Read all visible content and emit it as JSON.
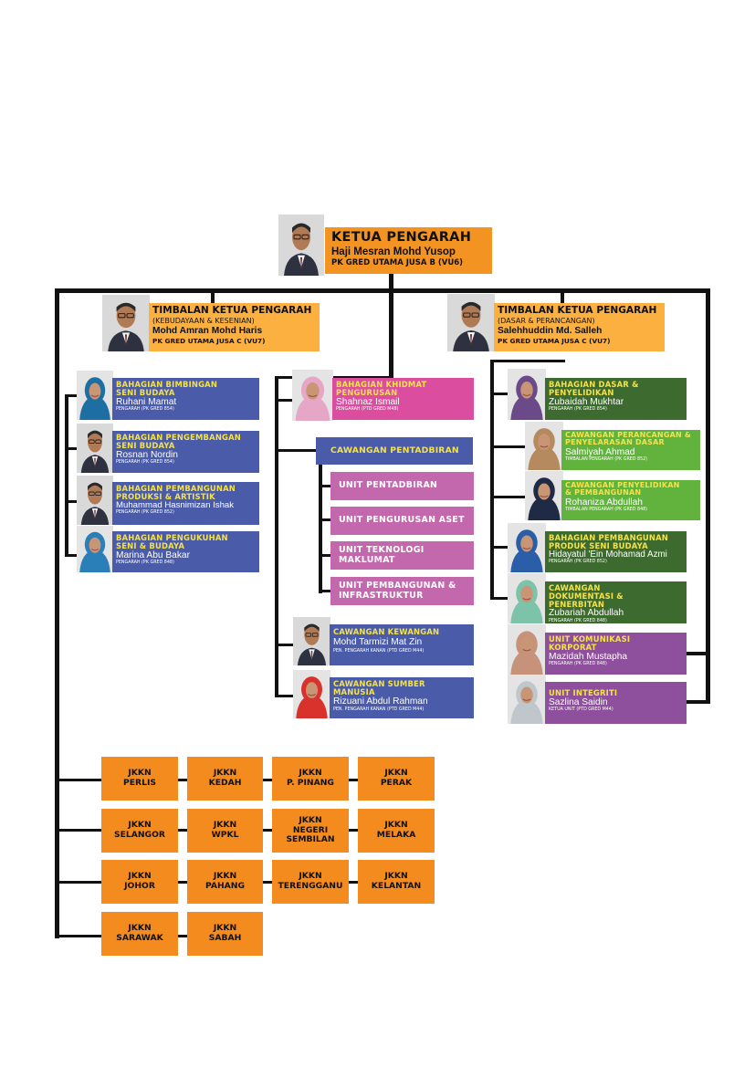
{
  "head": {
    "title": "KETUA PENGARAH",
    "name": "Haji Mesran Mohd Yusop",
    "grade": "PK GRED UTAMA JUSA B (VU6)"
  },
  "deputy_left": {
    "title": "TIMBALAN KETUA PENGARAH",
    "sub": "(KEBUDAYAAN & KESENIAN)",
    "name": "Mohd Amran Mohd Haris",
    "grade": "PK GRED UTAMA JUSA C (VU7)"
  },
  "deputy_right": {
    "title": "TIMBALAN KETUA PENGARAH",
    "sub": "(DASAR & PERANCANGAN)",
    "name": "Salehhuddin Md. Salleh",
    "grade": "PK GRED UTAMA JUSA C (VU7)"
  },
  "left_units": [
    {
      "heading": "BAHAGIAN BIMBINGAN SENI BUDAYA",
      "name": "Ruhani Mamat",
      "position": "PENGARAH (PK GRED 854)"
    },
    {
      "heading": "BAHAGIAN PENGEMBANGAN SENI BUDAYA",
      "name": "Rosnan Nordin",
      "position": "PENGARAH (PK GRED 854)"
    },
    {
      "heading": "BAHAGIAN PEMBANGUNAN PRODUKSI & ARTISTIK",
      "name": "Muhammad Hasnimizan Ishak",
      "position": "PENGARAH (PK GRED 852)"
    },
    {
      "heading": "BAHAGIAN PENGUKUHAN SENI & BUDAYA",
      "name": "Marina Abu Bakar",
      "position": "PENGARAH (PK GRED 848)"
    }
  ],
  "middle": {
    "khidmat": {
      "heading": "BAHAGIAN KHIDMAT PENGURUSAN",
      "name": "Shahnaz Ismail",
      "position": "PENGARAH (PTD GRED M48)"
    },
    "pentadbiran": "CAWANGAN PENTADBIRAN",
    "units": [
      "UNIT PENTADBIRAN",
      "UNIT PENGURUSAN ASET",
      "UNIT TEKNOLOGI MAKLUMAT",
      "UNIT PEMBANGUNAN & INFRASTRUKTUR"
    ],
    "kewangan": {
      "heading": "CAWANGAN KEWANGAN",
      "name": "Mohd Tarmizi Mat Zin",
      "position": "PEN. PENGARAH KANAN (PTD GRED M44)"
    },
    "sumber": {
      "heading": "CAWANGAN SUMBER MANUSIA",
      "name": "Rizuani Abdul Rahman",
      "position": "PEN. PENGARAH KANAN (PTD GRED M44)"
    }
  },
  "right_units": [
    {
      "heading": "BAHAGIAN DASAR & PENYELIDIKAN",
      "name": "Zubaidah Mukhtar",
      "position": "PENGARAH (PK GRED 854)"
    },
    {
      "heading": "CAWANGAN PERANCANGAN & PENYELARASAN DASAR",
      "name": "Salmiyah Ahmad",
      "position": "TIMBALAN PENGARAH (PK GRED 852)"
    },
    {
      "heading": "CAWANGAN PENYELIDIKAN & PEMBANGUNAN",
      "name": "Rohaniza Abdullah",
      "position": "TIMBALAN PENGARAH (PK GRED 848)"
    },
    {
      "heading": "BAHAGIAN PEMBANGUNAN PRODUK SENI BUDAYA",
      "name": "Hidayatul 'Ein Mohamad Azmi",
      "position": "PENGARAH (PK GRED 852)"
    },
    {
      "heading": "CAWANGAN DOKUMENTASI & PENERBITAN",
      "name": "Zubariah Abdullah",
      "position": "PENGARAH (PK GRED 848)"
    },
    {
      "heading": "UNIT KOMUNIKASI KORPORAT",
      "name": "Mazidah Mustapha",
      "position": "PENGARAH (PK GRED 848)"
    },
    {
      "heading": "UNIT INTEGRITI",
      "name": "Sazlina Saidin",
      "position": "KETUA UNIT (PTD GRED M44)"
    }
  ],
  "jkkn": [
    [
      "JKKN",
      "PERLIS"
    ],
    [
      "JKKN",
      "KEDAH"
    ],
    [
      "JKKN",
      "P. PINANG"
    ],
    [
      "JKKN",
      "PERAK"
    ],
    [
      "JKKN",
      "SELANGOR"
    ],
    [
      "JKKN",
      "WPKL"
    ],
    [
      "JKKN",
      "NEGERI SEMBILAN"
    ],
    [
      "JKKN",
      "MELAKA"
    ],
    [
      "JKKN",
      "JOHOR"
    ],
    [
      "JKKN",
      "PAHANG"
    ],
    [
      "JKKN",
      "TERENGGANU"
    ],
    [
      "JKKN",
      "KELANTAN"
    ],
    [
      "JKKN",
      "SARAWAK"
    ],
    [
      "JKKN",
      "SABAH"
    ]
  ],
  "colors": {
    "head": "#F39321",
    "deputy": "#FBB040",
    "blue": "#4A5BAA",
    "pink": "#DB4E9F",
    "mauve": "#C468AE",
    "dark_green": "#3D6A2E",
    "light_green": "#62B33E",
    "purple": "#8E4F9C",
    "jkkn_orange": "#F48B1F",
    "heading_yellow": "#F4E24B"
  },
  "icons": {
    "portrait": "person-portrait-icon"
  }
}
